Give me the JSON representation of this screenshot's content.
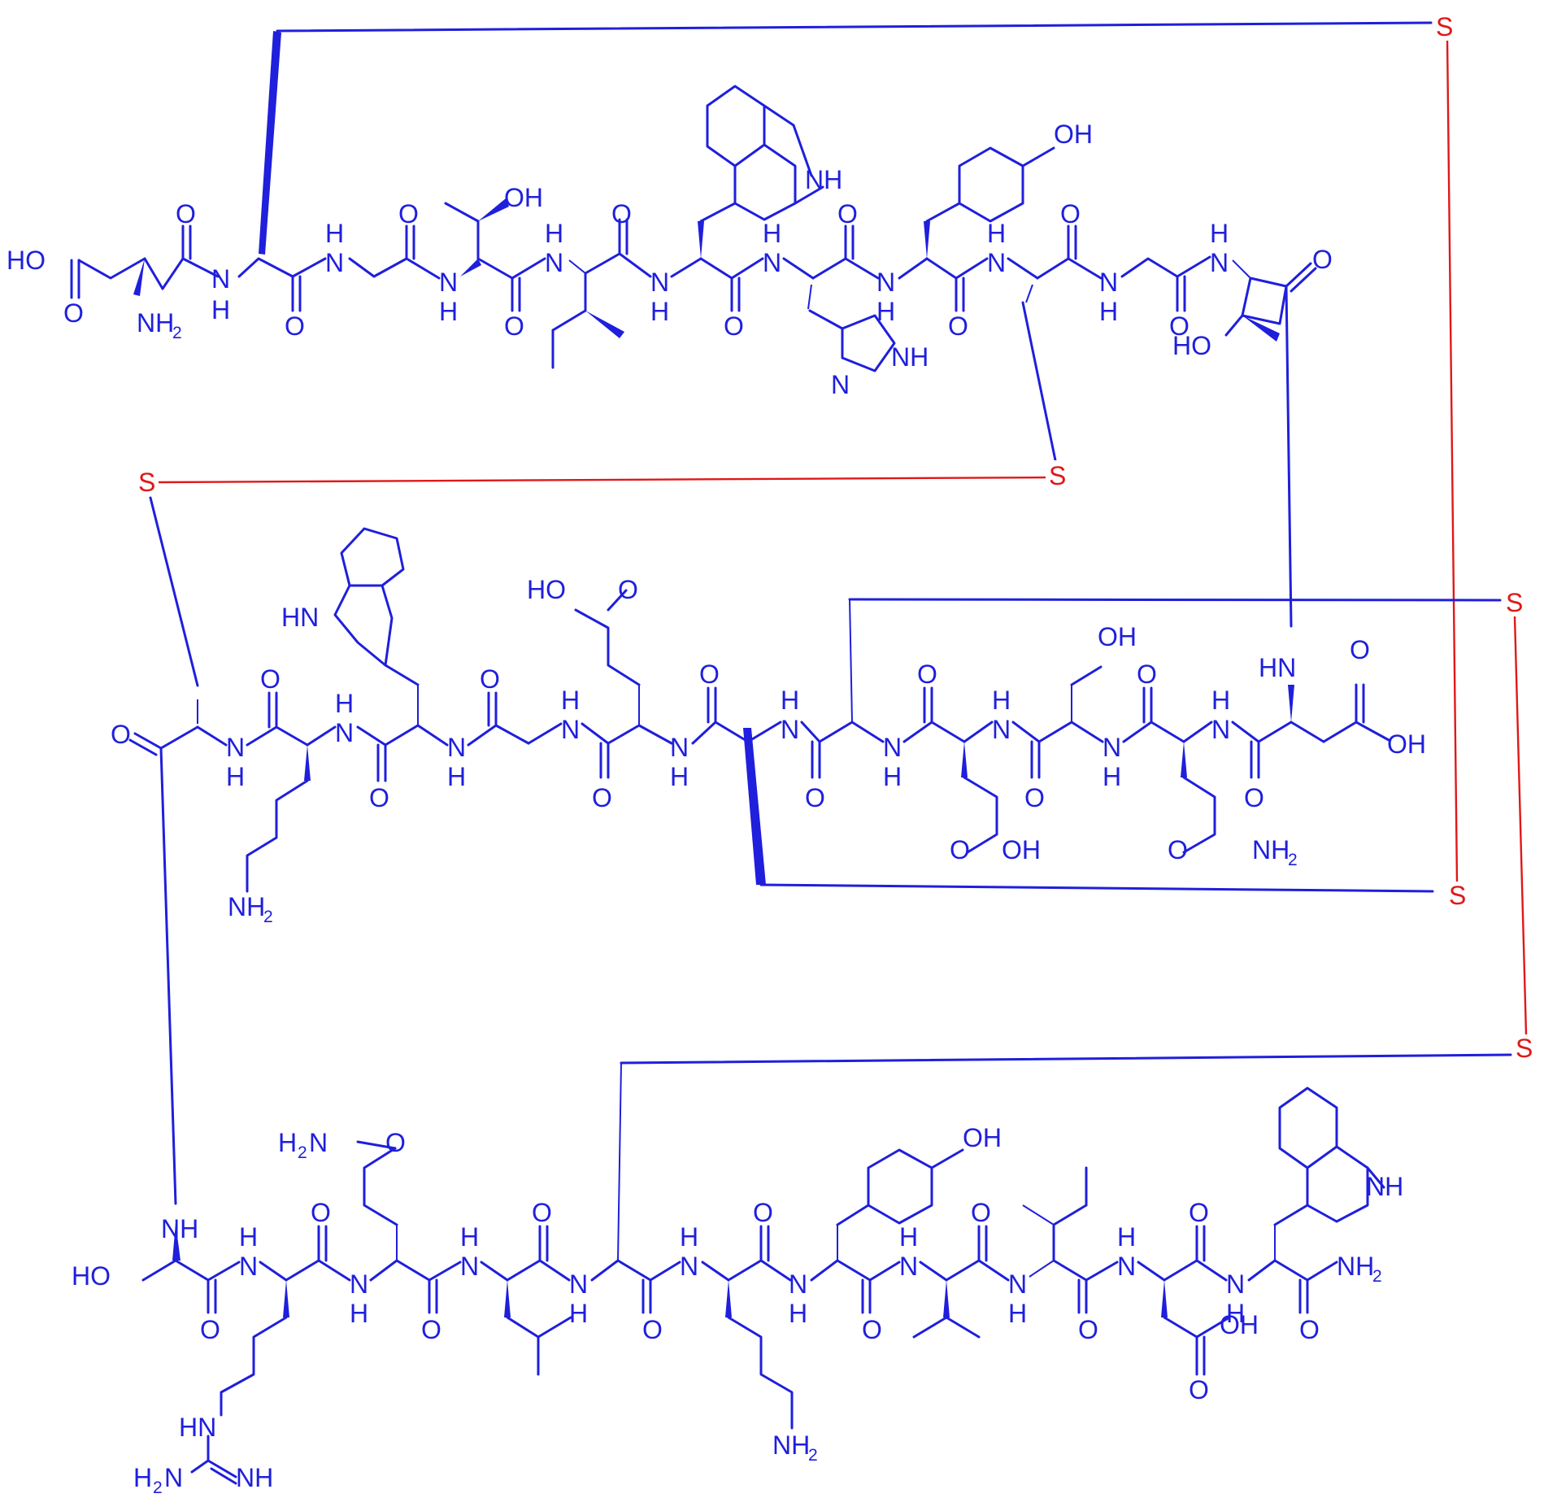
{
  "colors": {
    "peptide": "#1f1fdc",
    "disulfide": "#e01818",
    "background": "#ffffff"
  },
  "atoms": {
    "hydroxyl": "HO",
    "hydroxyl_r": "OH",
    "oxygen": "O",
    "amine": "NH",
    "amine_h": "H",
    "nitrogen": "N",
    "amine_h2": "NH",
    "amino_h2": "H",
    "amide": "NH",
    "sulfur": "S",
    "sub2": "2",
    "guan_nh": "HN",
    "guan_h2n": "H",
    "guan_imine": "NH"
  }
}
